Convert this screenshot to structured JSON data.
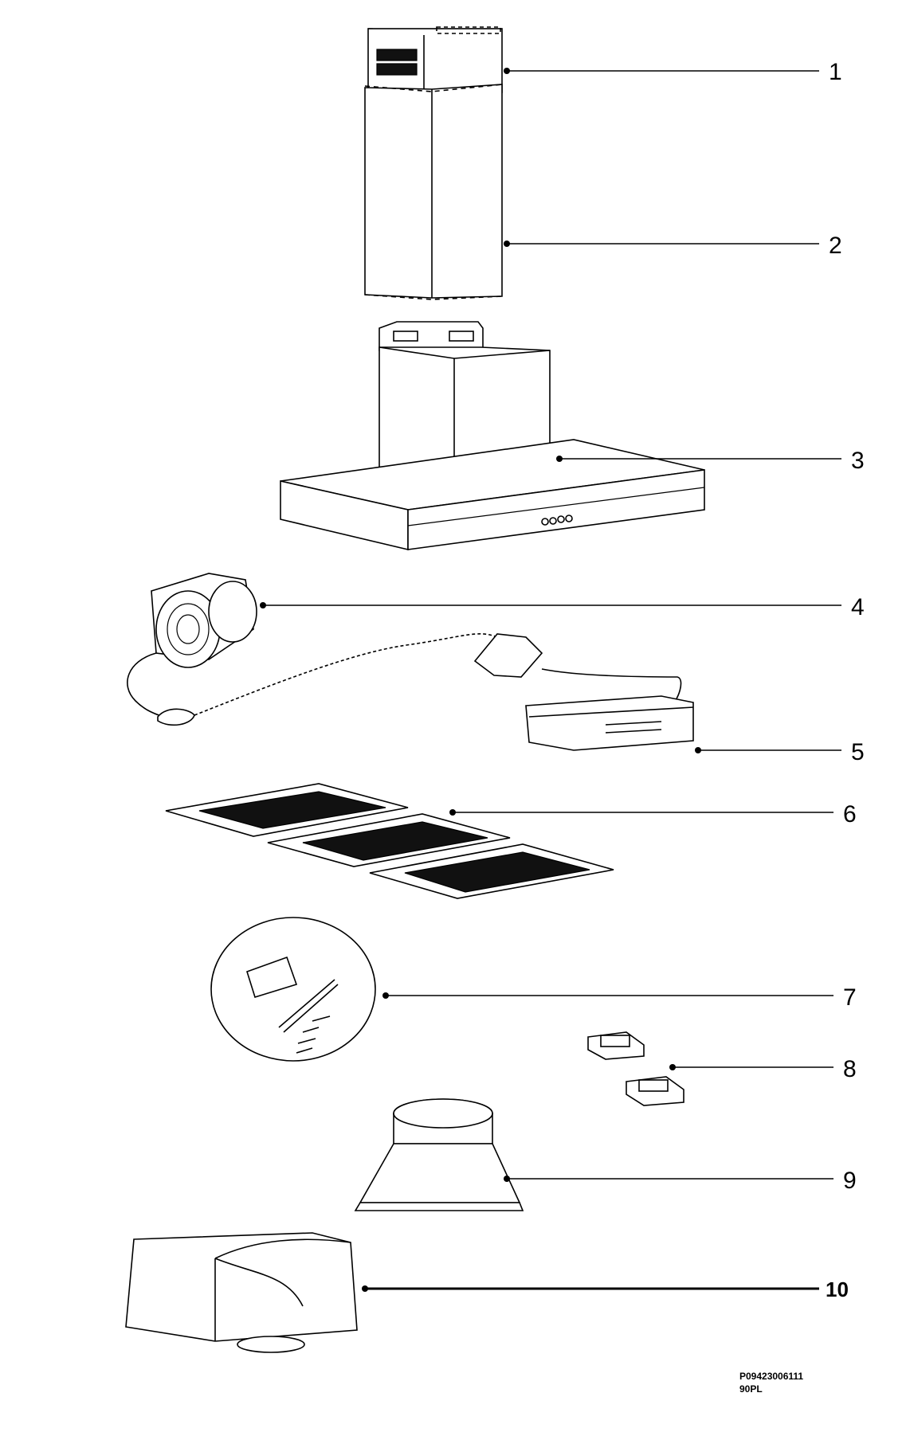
{
  "callouts": [
    {
      "id": "1",
      "label": "1"
    },
    {
      "id": "2",
      "label": "2"
    },
    {
      "id": "3",
      "label": "3"
    },
    {
      "id": "4",
      "label": "4"
    },
    {
      "id": "5",
      "label": "5"
    },
    {
      "id": "6",
      "label": "6"
    },
    {
      "id": "7",
      "label": "7"
    },
    {
      "id": "8",
      "label": "8"
    },
    {
      "id": "9",
      "label": "9"
    },
    {
      "id": "10",
      "label": "10"
    }
  ],
  "drawing_code": {
    "line1": "P09423006111",
    "line2": "90PL"
  }
}
